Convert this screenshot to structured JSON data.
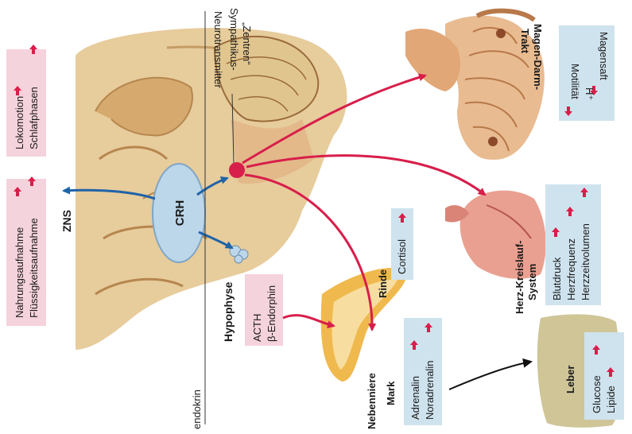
{
  "labels": {
    "zns": "ZNS",
    "crh": "CRH",
    "hypophyse": "Hypophyse",
    "acth": "ACTH",
    "beta_endorphin": "β-Endorphin",
    "neurotransmitter": "Neurotransmitter",
    "endokrin": "endokrin",
    "sympathikus_1": "Sympathikus-",
    "sympathikus_2": "„Zentren“",
    "lokomotion": "Lokomotion",
    "schlafphasen": "Schlafphasen",
    "nahrungsaufnahme": "Nahrungsaufnahme",
    "fluessigkeitsaufnahme": "Flüssigkeitsaufnahme",
    "nebenniere": "Nebenniere",
    "rinde": "Rinde",
    "mark": "Mark",
    "cortisol": "Cortisol",
    "adrenalin": "Adrenalin",
    "noradrenalin": "Noradrenalin",
    "leber": "Leber",
    "glucose": "Glucose",
    "lipide": "Lipide",
    "herz_1": "Herz-Kreislauf-",
    "herz_2": "System",
    "blutdruck": "Blutdruck",
    "herzfrequenz": "Herzfrequenz",
    "herzzeitvolumen": "Herzzeitvolumen",
    "magen_1": "Magen-Darm-",
    "magen_2": "Trakt",
    "magensaft": "Magensaft",
    "h_plus": "H⁺",
    "motilitaet": "Motilität"
  },
  "colors": {
    "pink_box": "#f5d3dc",
    "blue_box": "#cfe3ee",
    "red_arrow": "#d81e4a",
    "blue_arrow": "#1f63a8",
    "crh_fill": "#bcd6ea",
    "brain": "#e7cc9c",
    "adrenal": "#f0b94e",
    "liver": "#cfc597",
    "heart": "#eaa091",
    "intestine": "#e9bb91"
  },
  "icons": [
    "up-arrow-icon"
  ]
}
